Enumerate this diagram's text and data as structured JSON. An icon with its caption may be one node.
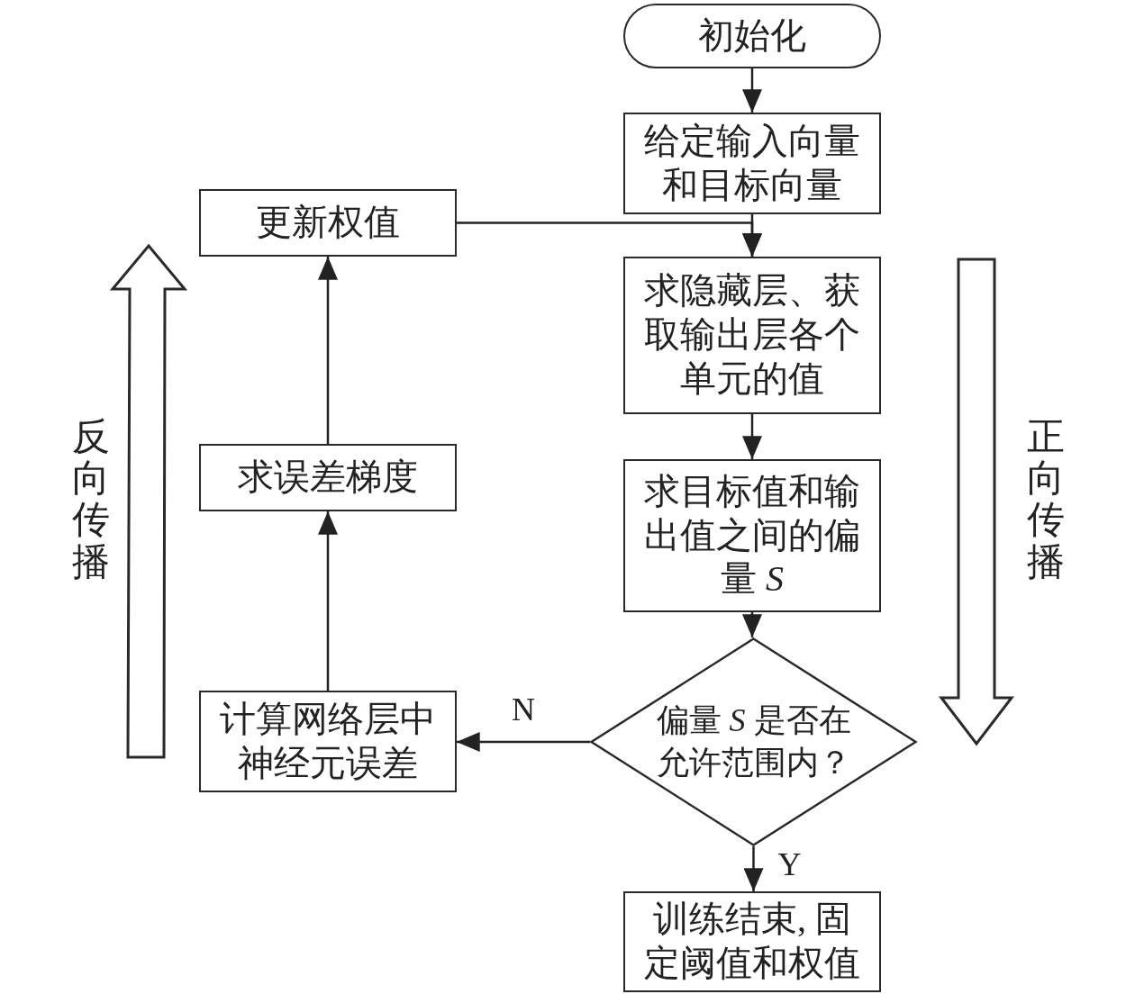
{
  "diagram": {
    "nodes": [
      {
        "text": [
          "初始化"
        ]
      },
      {
        "text": [
          "给定输入向量和目标向量"
        ]
      },
      {
        "text": [
          "更新权值"
        ]
      },
      {
        "text": [
          "求隐藏层、获取输出层各个单元的值"
        ]
      },
      {
        "text": [
          "求误差梯度"
        ]
      },
      {
        "text": [
          "求目标值和输出值之间的偏量 *S*"
        ]
      },
      {
        "text": [
          "偏量 *S* 是否在允许范围内？"
        ]
      },
      {
        "text": [
          "计算网络层中神经元误差"
        ]
      },
      {
        "text": [
          "训练结束, 固定阈值和权值"
        ]
      }
    ],
    "edges": [
      {
        "from": 0,
        "to": 1,
        "arrow": "to"
      },
      {
        "from": 1,
        "to": 3,
        "arrow": "to"
      },
      {
        "from": 2,
        "to": 3,
        "arrow": "to"
      },
      {
        "from": 3,
        "to": 5,
        "arrow": "to"
      },
      {
        "from": 5,
        "to": 6,
        "arrow": "to"
      },
      {
        "from": 6,
        "to": 7,
        "arrow": "to",
        "label": "N"
      },
      {
        "from": 6,
        "to": 8,
        "arrow": "to",
        "label": "Y"
      },
      {
        "from": 7,
        "to": 4,
        "arrow": "to"
      },
      {
        "from": 4,
        "to": 2,
        "arrow": "to"
      }
    ],
    "labels": [
      "反向传播",
      "正向传播"
    ]
  }
}
